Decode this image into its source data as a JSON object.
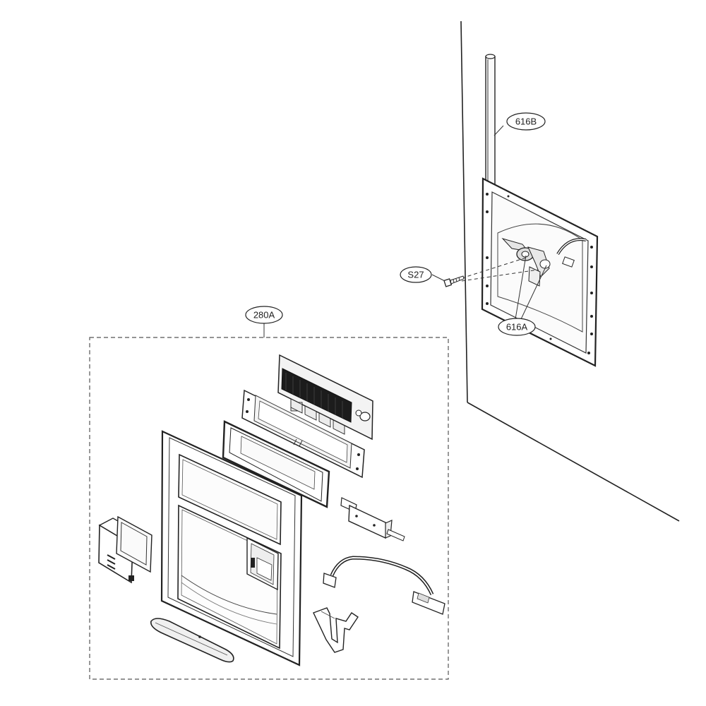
{
  "callouts": {
    "part_616B": "616B",
    "part_S27": "S27",
    "part_616A": "616A",
    "part_280A": "280A"
  }
}
